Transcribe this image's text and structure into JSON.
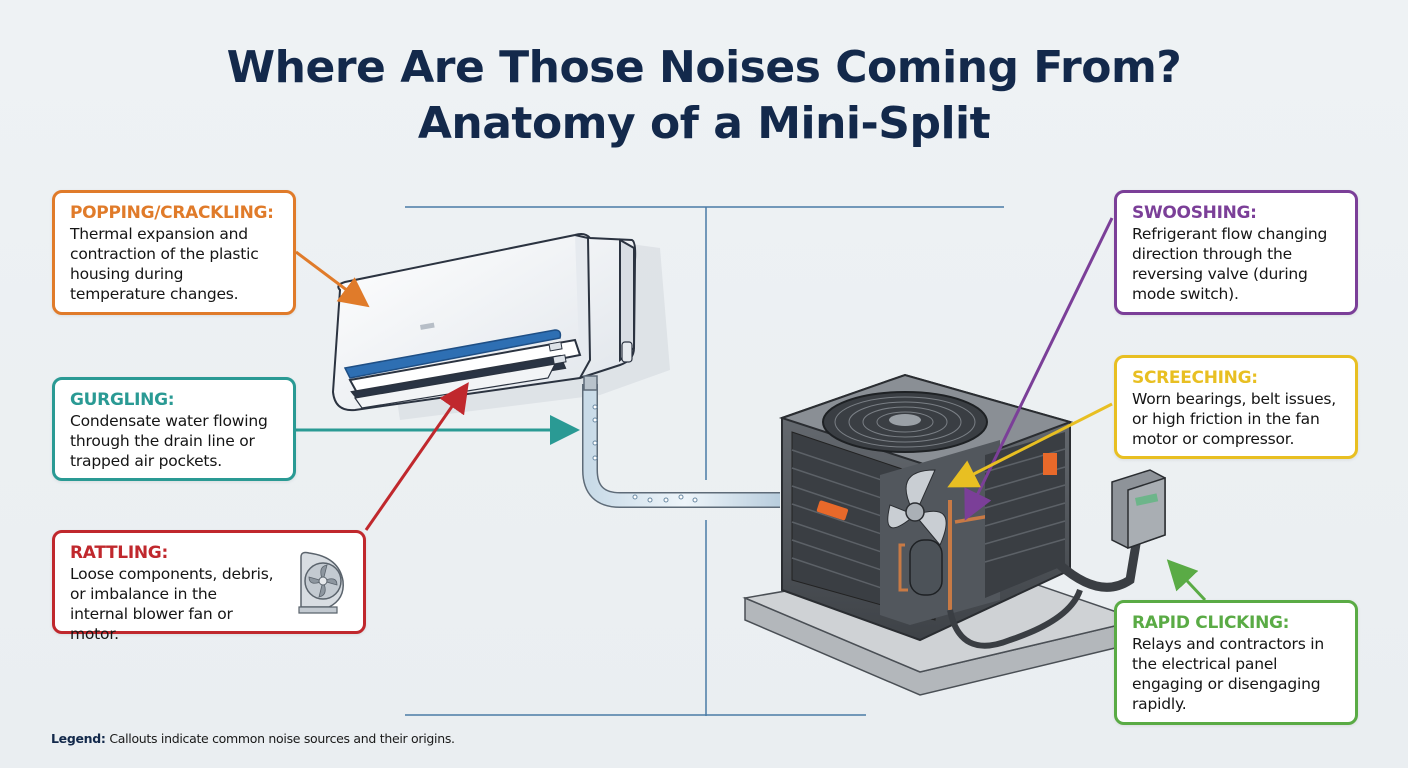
{
  "title": {
    "line1": "Where Are Those Noises Coming From?",
    "line2": "Anatomy of a Mini-Split"
  },
  "colors": {
    "title": "#13294b",
    "background": "#eef2f4",
    "guide_lines": "#4a7ba6",
    "popping": "#e07b2a",
    "gurgling": "#2a9a94",
    "rattling": "#c0282d",
    "swooshing": "#7b3f98",
    "screeching": "#e8bf22",
    "clicking": "#5aab45"
  },
  "callouts": [
    {
      "id": "popping",
      "heading": "POPPING/CRACKLING:",
      "text": "Thermal expansion and contraction of the plastic housing during temperature changes.",
      "target": "indoor-unit-housing"
    },
    {
      "id": "gurgling",
      "heading": "GURGLING:",
      "text": "Condensate water flowing through the drain line or trapped air pockets.",
      "target": "drain-line"
    },
    {
      "id": "rattling",
      "heading": "RATTLING:",
      "text": "Loose components, debris, or imbalance in the internal blower fan or motor.",
      "target": "indoor-blower",
      "icon": "blower-fan-icon"
    },
    {
      "id": "swooshing",
      "heading": "SWOOSHING:",
      "text": "Refrigerant flow changing direction through the reversing valve (during mode switch).",
      "target": "reversing-valve"
    },
    {
      "id": "screeching",
      "heading": "SCREECHING:",
      "text": "Worn bearings, belt issues, or high friction in the fan motor or compressor.",
      "target": "fan-motor"
    },
    {
      "id": "clicking",
      "heading": "RAPID CLICKING:",
      "text": "Relays and contractors in the electrical panel engaging or disengaging rapidly.",
      "target": "electrical-panel"
    }
  ],
  "legend": {
    "label": "Legend:",
    "text": "Callouts indicate common noise sources and their origins."
  }
}
